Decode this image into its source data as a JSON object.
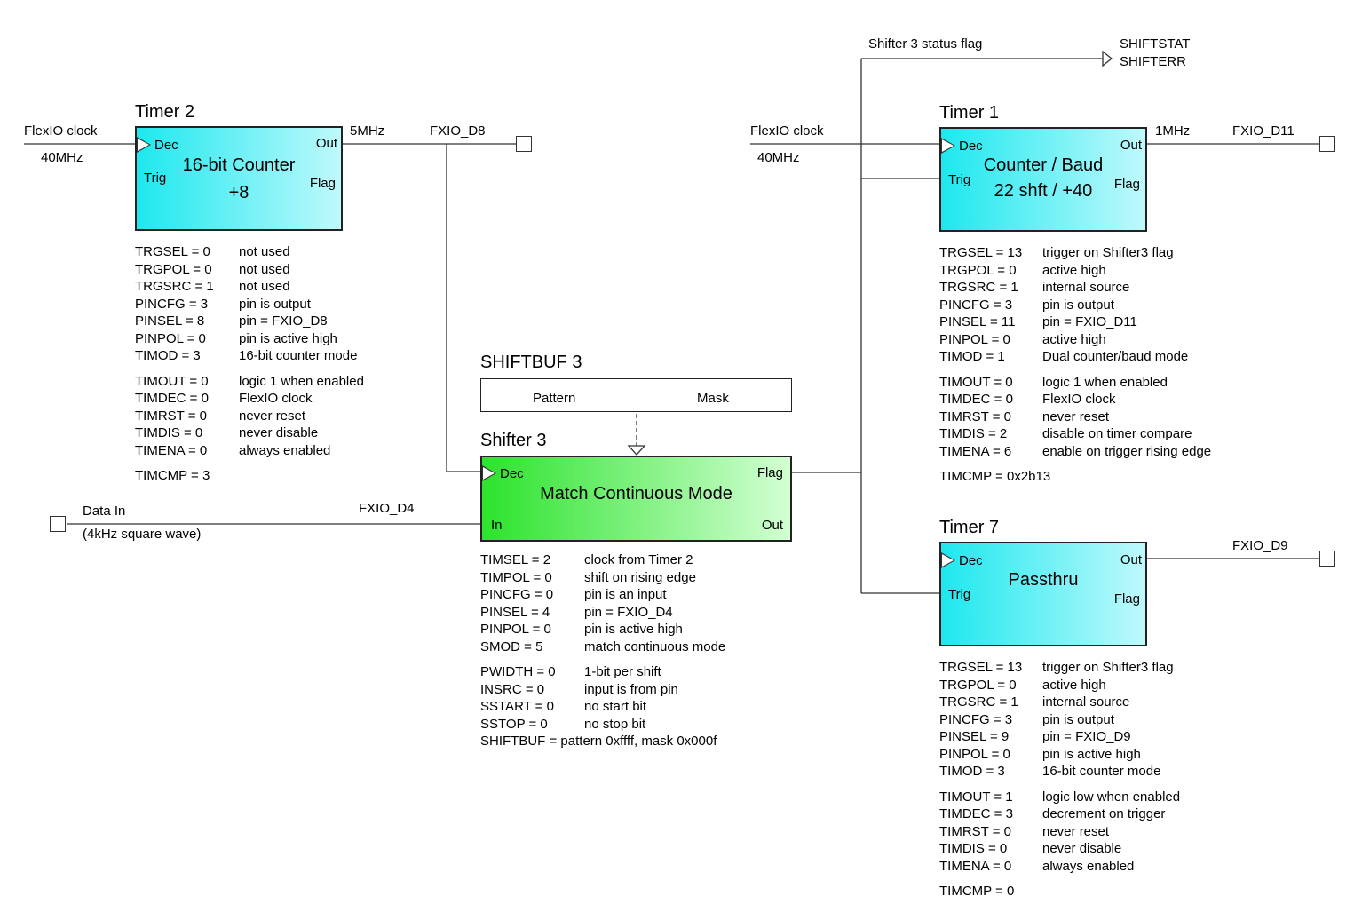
{
  "timer2": {
    "title": "Timer 2",
    "dec": "Dec",
    "trig": "Trig",
    "out": "Out",
    "flag": "Flag",
    "line1": "16-bit Counter",
    "line2": "+8",
    "clock_label": "FlexIO clock",
    "clock_freq": "40MHz",
    "out_freq": "5MHz",
    "pin": "FXIO_D8",
    "params": [
      {
        "k": "TRGSEL = 0",
        "v": "not used"
      },
      {
        "k": "TRGPOL = 0",
        "v": "not used"
      },
      {
        "k": "TRGSRC = 1",
        "v": "not used"
      },
      {
        "k": "PINCFG = 3",
        "v": "pin is output"
      },
      {
        "k": "PINSEL = 8",
        "v": "pin = FXIO_D8"
      },
      {
        "k": "PINPOL = 0",
        "v": "pin is active high"
      },
      {
        "k": "TIMOD = 3",
        "v": "16-bit counter mode"
      },
      {
        "k": "TIMOUT = 0",
        "v": "logic 1 when enabled"
      },
      {
        "k": "TIMDEC = 0",
        "v": "FlexIO clock"
      },
      {
        "k": "TIMRST = 0",
        "v": "never reset"
      },
      {
        "k": "TIMDIS = 0",
        "v": "never disable"
      },
      {
        "k": "TIMENA = 0",
        "v": "always enabled"
      },
      {
        "k": "TIMCMP = 3",
        "v": ""
      }
    ]
  },
  "shiftbuf": {
    "title": "SHIFTBUF 3",
    "pattern": "Pattern",
    "mask": "Mask"
  },
  "shifter3": {
    "title": "Shifter 3",
    "dec": "Dec",
    "in": "In",
    "flag": "Flag",
    "out": "Out",
    "center": "Match Continuous Mode",
    "data_in": "Data In",
    "data_desc": "(4kHz square wave)",
    "pin": "FXIO_D4",
    "params": [
      {
        "k": "TIMSEL = 2",
        "v": "clock from Timer 2"
      },
      {
        "k": "TIMPOL = 0",
        "v": "shift on rising edge"
      },
      {
        "k": "PINCFG = 0",
        "v": "pin is an input"
      },
      {
        "k": "PINSEL = 4",
        "v": "pin = FXIO_D4"
      },
      {
        "k": "PINPOL = 0",
        "v": "pin is active high"
      },
      {
        "k": "SMOD = 5",
        "v": "match continuous mode"
      },
      {
        "k": "PWIDTH = 0",
        "v": "1-bit per shift"
      },
      {
        "k": "INSRC = 0",
        "v": "input is from pin"
      },
      {
        "k": "SSTART = 0",
        "v": "no start bit"
      },
      {
        "k": "SSTOP = 0",
        "v": "no stop bit"
      },
      {
        "k": "SHIFTBUF = pattern 0xffff, mask 0x000f",
        "v": ""
      }
    ]
  },
  "status": {
    "label": "Shifter 3 status flag",
    "shiftstat": "SHIFTSTAT",
    "shifterr": "SHIFTERR"
  },
  "timer1": {
    "title": "Timer 1",
    "dec": "Dec",
    "trig": "Trig",
    "out": "Out",
    "flag": "Flag",
    "line1": "Counter / Baud",
    "line2": "22 shft / +40",
    "clock_label": "FlexIO clock",
    "clock_freq": "40MHz",
    "out_freq": "1MHz",
    "pin": "FXIO_D11",
    "params": [
      {
        "k": "TRGSEL = 13",
        "v": "trigger on Shifter3 flag"
      },
      {
        "k": "TRGPOL = 0",
        "v": "active high"
      },
      {
        "k": "TRGSRC = 1",
        "v": "internal source"
      },
      {
        "k": "PINCFG = 3",
        "v": "pin is output"
      },
      {
        "k": "PINSEL = 11",
        "v": "pin = FXIO_D11"
      },
      {
        "k": "PINPOL = 0",
        "v": "active high"
      },
      {
        "k": "TIMOD = 1",
        "v": "Dual counter/baud mode"
      },
      {
        "k": "TIMOUT = 0",
        "v": "logic 1 when enabled"
      },
      {
        "k": "TIMDEC = 0",
        "v": "FlexIO clock"
      },
      {
        "k": "TIMRST = 0",
        "v": "never reset"
      },
      {
        "k": "TIMDIS = 2",
        "v": "disable on timer compare"
      },
      {
        "k": "TIMENA = 6",
        "v": "enable on trigger rising edge"
      },
      {
        "k": "TIMCMP = 0x2b13",
        "v": ""
      }
    ]
  },
  "timer7": {
    "title": "Timer 7",
    "dec": "Dec",
    "trig": "Trig",
    "out": "Out",
    "flag": "Flag",
    "center": "Passthru",
    "pin": "FXIO_D9",
    "params": [
      {
        "k": "TRGSEL = 13",
        "v": "trigger on Shifter3 flag"
      },
      {
        "k": "TRGPOL = 0",
        "v": "active high"
      },
      {
        "k": "TRGSRC = 1",
        "v": "internal source"
      },
      {
        "k": "PINCFG = 3",
        "v": "pin is output"
      },
      {
        "k": "PINSEL = 9",
        "v": "pin = FXIO_D9"
      },
      {
        "k": "PINPOL = 0",
        "v": "pin is active high"
      },
      {
        "k": "TIMOD = 3",
        "v": "16-bit counter mode"
      },
      {
        "k": "TIMOUT = 1",
        "v": "logic low when enabled"
      },
      {
        "k": "TIMDEC = 3",
        "v": "decrement on trigger"
      },
      {
        "k": "TIMRST = 0",
        "v": "never reset"
      },
      {
        "k": "TIMDIS = 0",
        "v": "never disable"
      },
      {
        "k": "TIMENA = 0",
        "v": "always enabled"
      },
      {
        "k": "TIMCMP = 0",
        "v": ""
      }
    ]
  }
}
